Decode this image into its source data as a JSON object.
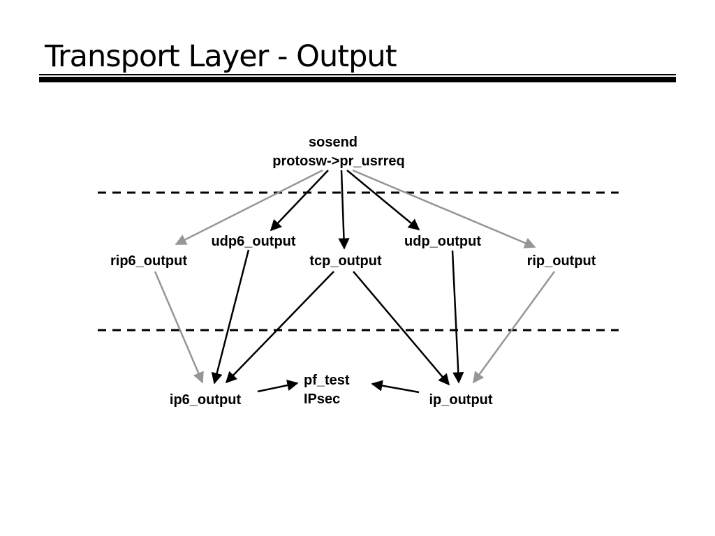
{
  "slide": {
    "title": "Transport Layer - Output"
  },
  "diagram": {
    "nodes": {
      "sosend": {
        "line1": "sosend",
        "line2": "protosw->pr_usrreq"
      },
      "udp6_output": {
        "label": "udp6_output"
      },
      "udp_output": {
        "label": "udp_output"
      },
      "rip6_output": {
        "label": "rip6_output"
      },
      "tcp_output": {
        "label": "tcp_output"
      },
      "rip_output": {
        "label": "rip_output"
      },
      "ip6_output": {
        "label": "ip6_output"
      },
      "ip_output": {
        "label": "ip_output"
      },
      "pf_test": {
        "line1": "pf_test",
        "line2": "IPsec"
      }
    },
    "edges": [
      {
        "from": "sosend",
        "to": "rip6_output",
        "color": "gray"
      },
      {
        "from": "sosend",
        "to": "udp6_output",
        "color": "black"
      },
      {
        "from": "sosend",
        "to": "tcp_output",
        "color": "black"
      },
      {
        "from": "sosend",
        "to": "udp_output",
        "color": "black"
      },
      {
        "from": "sosend",
        "to": "rip_output",
        "color": "gray"
      },
      {
        "from": "rip6_output",
        "to": "ip6_output",
        "color": "gray"
      },
      {
        "from": "udp6_output",
        "to": "ip6_output",
        "color": "black"
      },
      {
        "from": "tcp_output",
        "to": "ip6_output",
        "color": "black"
      },
      {
        "from": "tcp_output",
        "to": "ip_output",
        "color": "black"
      },
      {
        "from": "udp_output",
        "to": "ip_output",
        "color": "black"
      },
      {
        "from": "rip_output",
        "to": "ip_output",
        "color": "gray"
      },
      {
        "from": "ip6_output",
        "to": "pf_test",
        "color": "black"
      },
      {
        "from": "ip_output",
        "to": "pf_test",
        "color": "black"
      }
    ],
    "colors": {
      "black": "#000000",
      "gray": "#969696",
      "background": "#ffffff"
    }
  }
}
